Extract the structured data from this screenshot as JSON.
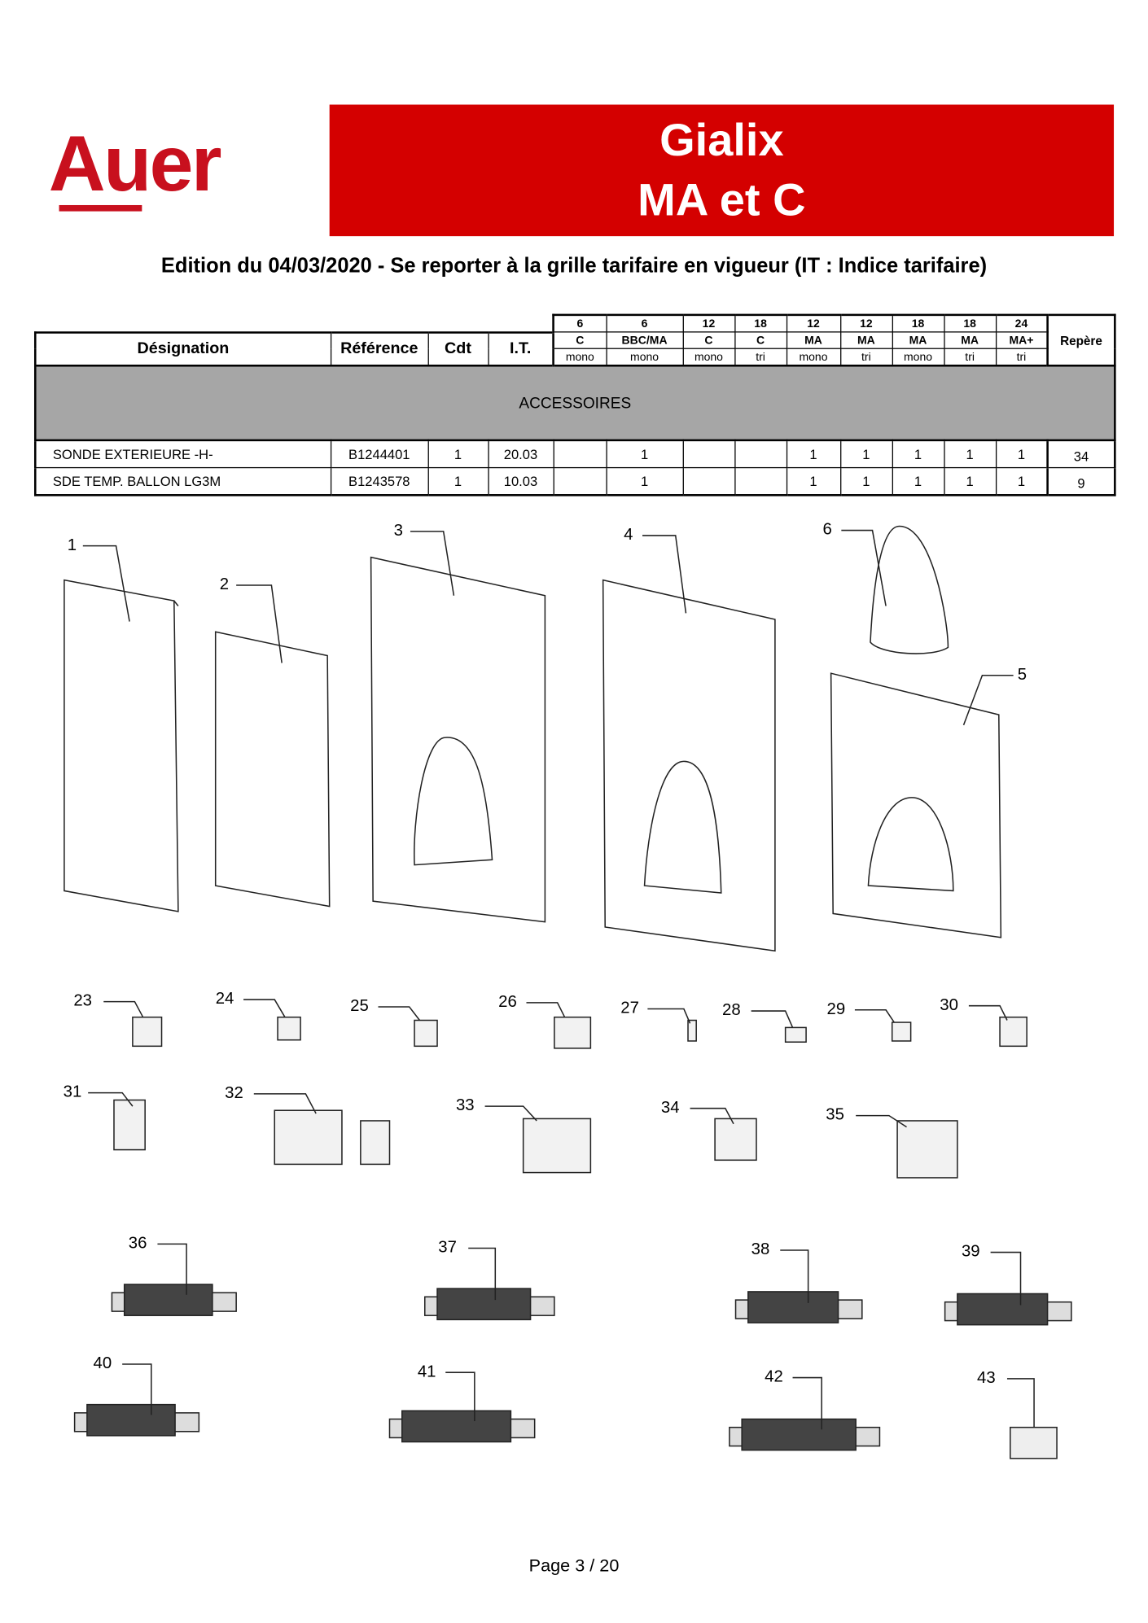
{
  "header": {
    "brand": "Auer",
    "title_line1": "Gialix",
    "title_line2": "MA et C",
    "brand_color": "#d40000"
  },
  "edition": "Edition du 04/03/2020 - Se reporter à la grille tarifaire en vigueur (IT : Indice tarifaire)",
  "table": {
    "headers": {
      "designation": "Désignation",
      "reference": "Référence",
      "cdt": "Cdt",
      "it": "I.T.",
      "repere": "Repère"
    },
    "models": [
      {
        "power": "6",
        "type": "C",
        "phase": "mono"
      },
      {
        "power": "6",
        "type": "BBC/MA",
        "phase": "mono"
      },
      {
        "power": "12",
        "type": "C",
        "phase": "mono"
      },
      {
        "power": "18",
        "type": "C",
        "phase": "tri"
      },
      {
        "power": "12",
        "type": "MA",
        "phase": "mono"
      },
      {
        "power": "12",
        "type": "MA",
        "phase": "tri"
      },
      {
        "power": "18",
        "type": "MA",
        "phase": "mono"
      },
      {
        "power": "18",
        "type": "MA",
        "phase": "tri"
      },
      {
        "power": "24",
        "type": "MA+",
        "phase": "tri"
      }
    ],
    "section": "ACCESSOIRES",
    "rows": [
      {
        "designation": "SONDE EXTERIEURE -H-",
        "reference": "B1244401",
        "cdt": "1",
        "it": "20.03",
        "values": [
          "",
          "1",
          "",
          "",
          "1",
          "1",
          "1",
          "1",
          "1"
        ],
        "repere": "34"
      },
      {
        "designation": "SDE TEMP. BALLON LG3M",
        "reference": "B1243578",
        "cdt": "1",
        "it": "10.03",
        "values": [
          "",
          "1",
          "",
          "",
          "1",
          "1",
          "1",
          "1",
          "1"
        ],
        "repere": "9"
      }
    ]
  },
  "figure": {
    "callouts": [
      "1",
      "2",
      "3",
      "4",
      "6",
      "5",
      "23",
      "24",
      "25",
      "26",
      "27",
      "28",
      "29",
      "30",
      "31",
      "32",
      "33",
      "34",
      "35",
      "36",
      "37",
      "38",
      "39",
      "40",
      "41",
      "42",
      "43"
    ]
  },
  "footer": {
    "page": "Page 3 / 20"
  }
}
